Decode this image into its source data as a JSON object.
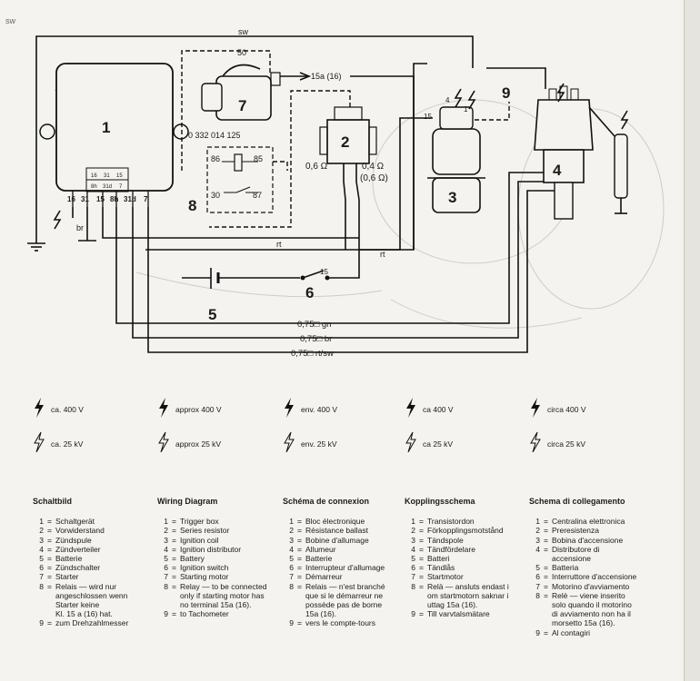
{
  "corner_mark": "sw",
  "diagram": {
    "components": {
      "c1": "1",
      "c2": "2",
      "c3": "3",
      "c4": "4",
      "c5": "5",
      "c6": "6",
      "c7": "7",
      "c8": "8",
      "c9": "9"
    },
    "terminals_box1": [
      "16",
      "31",
      "15",
      "8h",
      "31d",
      "7"
    ],
    "terminal_block_top": [
      "16",
      "31",
      "15"
    ],
    "terminal_block_bottom": [
      "8h",
      "31d",
      "7"
    ],
    "relay_terminals": [
      "86",
      "85",
      "30",
      "87"
    ],
    "part_number": "0 332 014 125",
    "starter_terminal": "50",
    "wire_15a": "15a (16)",
    "coil_terminals": [
      "4",
      "15",
      "1"
    ],
    "switch_terminal": "15",
    "resistor_labels": [
      "0,6 Ω",
      "0,4 Ω",
      "(0,6 Ω)"
    ],
    "wire_labels": {
      "sw": "sw",
      "br": "br",
      "rt1": "rt",
      "rt2": "rt",
      "gn": "0,75□ gn",
      "br2": "0,75□ br",
      "rtsw": "0,75□ rt/sw"
    }
  },
  "voltage_legend": [
    {
      "v1": "ca. 400 V",
      "v2": "ca. 25 kV"
    },
    {
      "v1": "approx 400 V",
      "v2": "approx 25 kV"
    },
    {
      "v1": "env. 400 V",
      "v2": "env. 25 kV"
    },
    {
      "v1": "ca 400 V",
      "v2": "ca 25 kV"
    },
    {
      "v1": "circa 400 V",
      "v2": "circa 25 kV"
    }
  ],
  "keys": [
    {
      "heading": "Schaltbild",
      "rows": [
        {
          "n": "1",
          "t": "Schaltgerät"
        },
        {
          "n": "2",
          "t": "Vorwiderstand"
        },
        {
          "n": "3",
          "t": "Zündspule"
        },
        {
          "n": "4",
          "t": "Zündverteiler"
        },
        {
          "n": "5",
          "t": "Batterie"
        },
        {
          "n": "6",
          "t": "Zündschalter"
        },
        {
          "n": "7",
          "t": "Starter"
        },
        {
          "n": "8",
          "t": "Relais — wird nur"
        },
        {
          "n": "",
          "t": "angeschlossen wenn"
        },
        {
          "n": "",
          "t": "Starter keine"
        },
        {
          "n": "",
          "t": "Kl. 15 a (16) hat."
        },
        {
          "n": "9",
          "t": "zum Drehzahlmesser"
        }
      ]
    },
    {
      "heading": "Wiring Diagram",
      "rows": [
        {
          "n": "1",
          "t": "Trigger box"
        },
        {
          "n": "2",
          "t": "Series resistor"
        },
        {
          "n": "3",
          "t": "Ignition coil"
        },
        {
          "n": "4",
          "t": "Ignition distributor"
        },
        {
          "n": "5",
          "t": "Battery"
        },
        {
          "n": "6",
          "t": "Ignition switch"
        },
        {
          "n": "7",
          "t": "Starting motor"
        },
        {
          "n": "8",
          "t": "Relay — to be connected"
        },
        {
          "n": "",
          "t": "only if starting motor has"
        },
        {
          "n": "",
          "t": "no terminal 15a (16)."
        },
        {
          "n": "9",
          "t": "to Tachometer"
        }
      ]
    },
    {
      "heading": "Schéma de connexion",
      "rows": [
        {
          "n": "1",
          "t": "Bloc électronique"
        },
        {
          "n": "2",
          "t": "Résistance ballast"
        },
        {
          "n": "3",
          "t": "Bobine d'allumage"
        },
        {
          "n": "4",
          "t": "Allumeur"
        },
        {
          "n": "5",
          "t": "Batterie"
        },
        {
          "n": "6",
          "t": "Interrupteur d'allumage"
        },
        {
          "n": "7",
          "t": "Démarreur"
        },
        {
          "n": "8",
          "t": "Relais — n'est branché"
        },
        {
          "n": "",
          "t": "que si le démarreur ne"
        },
        {
          "n": "",
          "t": "possède pas de borne"
        },
        {
          "n": "",
          "t": "15a (16)."
        },
        {
          "n": "9",
          "t": "vers le compte-tours"
        }
      ]
    },
    {
      "heading": "Kopplingsschema",
      "rows": [
        {
          "n": "1",
          "t": "Transistordon"
        },
        {
          "n": "2",
          "t": "Förkopplingsmotstånd"
        },
        {
          "n": "3",
          "t": "Tändspole"
        },
        {
          "n": "4",
          "t": "Tändfördelare"
        },
        {
          "n": "5",
          "t": "Batteri"
        },
        {
          "n": "6",
          "t": "Tändlås"
        },
        {
          "n": "7",
          "t": "Startmotor"
        },
        {
          "n": "8",
          "t": "Relä — ansluts endast i"
        },
        {
          "n": "",
          "t": "om startmotorn saknar i"
        },
        {
          "n": "",
          "t": "uttag 15a (16)."
        },
        {
          "n": "9",
          "t": "Till varvtalsmätare"
        }
      ]
    },
    {
      "heading": "Schema di collegamento",
      "rows": [
        {
          "n": "1",
          "t": "Centralina elettronica"
        },
        {
          "n": "2",
          "t": "Preresistenza"
        },
        {
          "n": "3",
          "t": "Bobina d'accensione"
        },
        {
          "n": "4",
          "t": "Distributore di"
        },
        {
          "n": "",
          "t": "accensione"
        },
        {
          "n": "5",
          "t": "Batteria"
        },
        {
          "n": "6",
          "t": "Interruttore d'accensione"
        },
        {
          "n": "7",
          "t": "Motorino d'avviamento"
        },
        {
          "n": "8",
          "t": "Relè — viene inserito"
        },
        {
          "n": "",
          "t": "solo quando il motorino"
        },
        {
          "n": "",
          "t": "di avviamento non ha il"
        },
        {
          "n": "",
          "t": "morsetto 15a (16)."
        },
        {
          "n": "9",
          "t": "Al contagiri"
        }
      ]
    }
  ]
}
